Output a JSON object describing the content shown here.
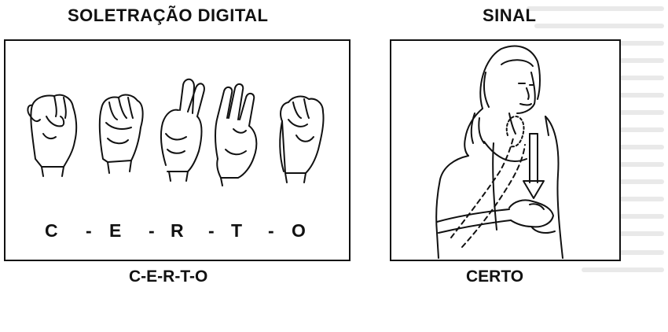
{
  "headings": {
    "fingerspelling": "SOLETRAÇÃO DIGITAL",
    "sign": "SINAL"
  },
  "fingerspelling": {
    "letters": [
      "C",
      "-",
      "E",
      "-",
      "R",
      "-",
      "T",
      "-",
      "O"
    ],
    "caption": "C-E-R-T-O"
  },
  "sign": {
    "caption": "CERTO"
  },
  "colors": {
    "ink": "#111111",
    "background": "#ffffff"
  }
}
